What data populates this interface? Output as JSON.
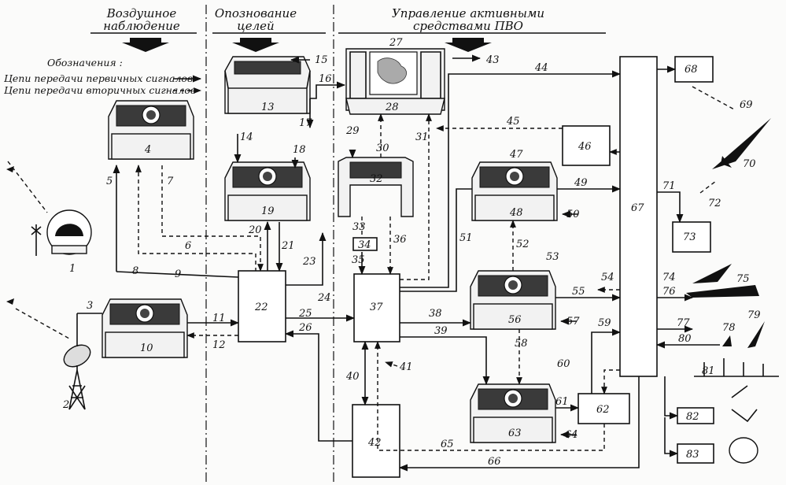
{
  "headers": {
    "air_observation": "Воздушное наблюдение",
    "target_identification": "Опознование целей",
    "air_defense_control": "Управление активными средствами ПВО"
  },
  "legend": {
    "title": "Обозначения :",
    "primary": "Цепи передачи первичных сигналов",
    "secondary": "Цепи передачи вторичных сигналов"
  },
  "block_labels": {
    "b4": "4",
    "b10": "10",
    "b13": "13",
    "b19": "19",
    "b22": "22",
    "b27": "27",
    "b28": "28",
    "b32": "32",
    "b34": "34",
    "b37": "37",
    "b42": "42",
    "b46": "46",
    "b47": "47",
    "b48": "48",
    "b56": "56",
    "b62": "62",
    "b63": "63",
    "b67": "67",
    "b68": "68",
    "b73": "73",
    "b82": "82",
    "b83": "83",
    "b81": "81"
  },
  "numbers": {
    "n1": "1",
    "n2": "2",
    "n3": "3",
    "n5": "5",
    "n6": "6",
    "n7": "7",
    "n8": "8",
    "n9": "9",
    "n11": "11",
    "n12": "12",
    "n14": "14",
    "n15": "15",
    "n16": "16",
    "n17": "17",
    "n18": "18",
    "n20": "20",
    "n21": "21",
    "n23": "23",
    "n24": "24",
    "n25": "25",
    "n26": "26",
    "n29": "29",
    "n30": "30",
    "n31": "31",
    "n33": "33",
    "n35": "35",
    "n36": "36",
    "n38": "38",
    "n39": "39",
    "n40": "40",
    "n41": "41",
    "n43": "43",
    "n44": "44",
    "n45": "45",
    "n49": "49",
    "n50": "50",
    "n51": "51",
    "n52": "52",
    "n53": "53",
    "n54": "54",
    "n55": "55",
    "n57": "57",
    "n58": "58",
    "n59": "59",
    "n60": "60",
    "n61": "61",
    "n64": "64",
    "n65": "65",
    "n66": "66",
    "n69": "69",
    "n70": "70",
    "n71": "71",
    "n72": "72",
    "n74": "74",
    "n75": "75",
    "n76": "76",
    "n77": "77",
    "n78": "78",
    "n79": "79",
    "n80": "80"
  }
}
